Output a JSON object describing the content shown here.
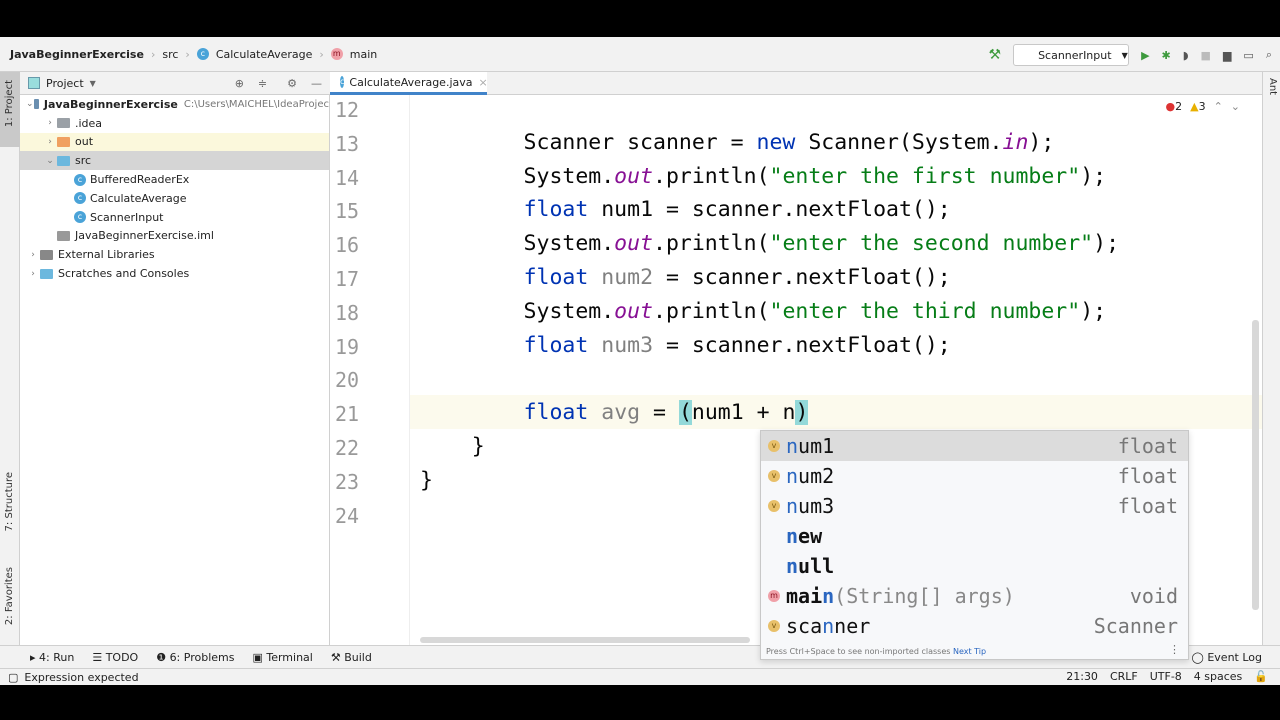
{
  "breadcrumb": [
    "JavaBeginnerExercise",
    "src",
    "CalculateAverage",
    "main"
  ],
  "toolbar": {
    "build_icon": "hammer-icon",
    "run_config": "ScannerInput",
    "icons": [
      "run-icon",
      "debug-icon",
      "coverage-icon",
      "stop-icon",
      "project-structure-icon",
      "terminal-icon",
      "search-icon"
    ]
  },
  "left_stripe": {
    "project": "1: Project",
    "structure": "7: Structure",
    "favorites": "2: Favorites"
  },
  "right_stripe": {
    "ant": "Ant"
  },
  "project_panel": {
    "title": "Project",
    "tree": [
      {
        "label": "JavaBeginnerExercise",
        "extra": "C:\\Users\\MAICHEL\\IdeaProjec",
        "level": 0,
        "arrow": "v",
        "icon": "module"
      },
      {
        "label": ".idea",
        "level": 1,
        "arrow": ">",
        "icon": "folder-gray"
      },
      {
        "label": "out",
        "level": 1,
        "arrow": ">",
        "icon": "folder-orange"
      },
      {
        "label": "src",
        "level": 1,
        "arrow": "v",
        "icon": "folder-blue"
      },
      {
        "label": "BufferedReaderEx",
        "level": 2,
        "arrow": "",
        "icon": "class"
      },
      {
        "label": "CalculateAverage",
        "level": 2,
        "arrow": "",
        "icon": "class"
      },
      {
        "label": "ScannerInput",
        "level": 2,
        "arrow": "",
        "icon": "class"
      },
      {
        "label": "JavaBeginnerExercise.iml",
        "level": 1,
        "arrow": "",
        "icon": "file"
      },
      {
        "label": "External Libraries",
        "level": 0,
        "arrow": ">",
        "icon": "libs"
      },
      {
        "label": "Scratches and Consoles",
        "level": 0,
        "arrow": ">",
        "icon": "scratch"
      }
    ]
  },
  "editor": {
    "tab": "CalculateAverage.java",
    "inspections": {
      "errors": "2",
      "warnings": "3"
    },
    "lines": [
      {
        "n": "12",
        "tokens": []
      },
      {
        "n": "13",
        "tokens": [
          [
            "        Scanner scanner = ",
            "d"
          ],
          [
            "new",
            "k"
          ],
          [
            " Scanner(System.",
            "d"
          ],
          [
            "in",
            "s"
          ],
          [
            ");",
            "d"
          ]
        ]
      },
      {
        "n": "14",
        "tokens": [
          [
            "        System.",
            "d"
          ],
          [
            "out",
            "s"
          ],
          [
            ".println(",
            "d"
          ],
          [
            "\"enter the first number\"",
            "g"
          ],
          [
            ");",
            "d"
          ]
        ]
      },
      {
        "n": "15",
        "tokens": [
          [
            "        ",
            "d"
          ],
          [
            "float",
            "k"
          ],
          [
            " num1 = scanner.nextFloat();",
            "d"
          ]
        ]
      },
      {
        "n": "16",
        "tokens": [
          [
            "        System.",
            "d"
          ],
          [
            "out",
            "s"
          ],
          [
            ".println(",
            "d"
          ],
          [
            "\"enter the second number\"",
            "g"
          ],
          [
            ");",
            "d"
          ]
        ]
      },
      {
        "n": "17",
        "tokens": [
          [
            "        ",
            "d"
          ],
          [
            "float",
            "k"
          ],
          [
            " ",
            "d"
          ],
          [
            "num2",
            "u"
          ],
          [
            " = scanner.nextFloat();",
            "d"
          ]
        ]
      },
      {
        "n": "18",
        "tokens": [
          [
            "        System.",
            "d"
          ],
          [
            "out",
            "s"
          ],
          [
            ".println(",
            "d"
          ],
          [
            "\"enter the third number\"",
            "g"
          ],
          [
            ");",
            "d"
          ]
        ]
      },
      {
        "n": "19",
        "tokens": [
          [
            "        ",
            "d"
          ],
          [
            "float",
            "k"
          ],
          [
            " ",
            "d"
          ],
          [
            "num3",
            "u"
          ],
          [
            " = scanner.nextFloat();",
            "d"
          ]
        ]
      },
      {
        "n": "20",
        "tokens": []
      },
      {
        "n": "21",
        "tokens": [
          [
            "        ",
            "d"
          ],
          [
            "float",
            "k"
          ],
          [
            " ",
            "d"
          ],
          [
            "avg",
            "u"
          ],
          [
            " = ",
            "d"
          ],
          [
            "(",
            "b"
          ],
          [
            "num1 + n",
            "d"
          ],
          [
            ")",
            "b"
          ]
        ]
      },
      {
        "n": "22",
        "tokens": [
          [
            "    }",
            "d"
          ]
        ]
      },
      {
        "n": "23",
        "tokens": [
          [
            "}",
            "d"
          ]
        ]
      },
      {
        "n": "24",
        "tokens": []
      }
    ]
  },
  "completion": {
    "items": [
      {
        "label": "num1",
        "type": "float",
        "icon": "v"
      },
      {
        "label": "num2",
        "type": "float",
        "icon": "v"
      },
      {
        "label": "num3",
        "type": "float",
        "icon": "v"
      },
      {
        "label": "new",
        "type": "",
        "icon": ""
      },
      {
        "label": "null",
        "type": "",
        "icon": ""
      },
      {
        "label": "main",
        "params": "(String[] args)",
        "type": "void",
        "icon": "m"
      },
      {
        "label": "scanner",
        "type": "Scanner",
        "icon": "v"
      }
    ],
    "footer": "Press Ctrl+Space to see non-imported classes",
    "next_tip": "Next Tip"
  },
  "bottom_tools": [
    "4: Run",
    "TODO",
    "6: Problems",
    "Terminal",
    "Build"
  ],
  "event_log": "Event Log",
  "status": {
    "message": "Expression expected",
    "position": "21:30",
    "line_sep": "CRLF",
    "encoding": "UTF-8",
    "indent": "4 spaces"
  },
  "colors": {
    "keyword": "#0033b3",
    "static_field": "#871094",
    "string": "#067d17",
    "unused": "#808080",
    "accent": "#4083c9"
  }
}
